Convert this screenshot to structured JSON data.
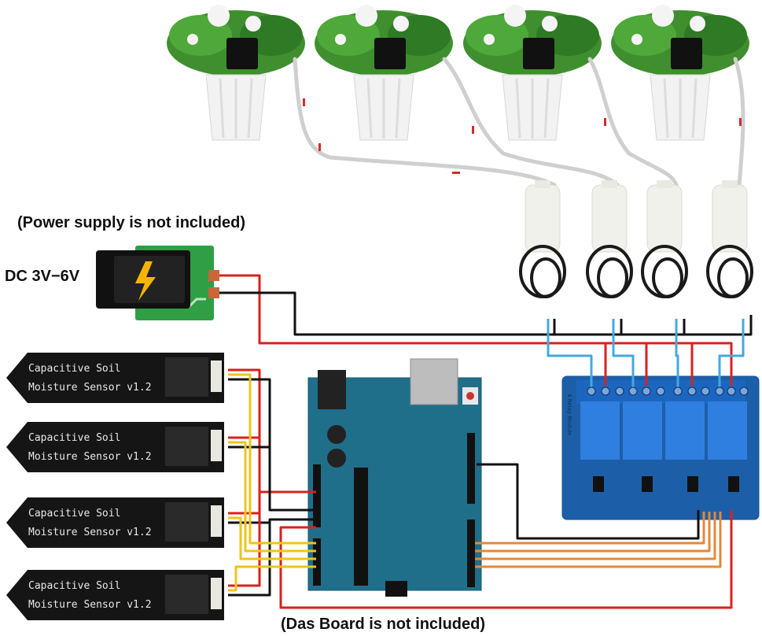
{
  "captions": {
    "power_note": "(Power supply is not included)",
    "voltage": "DC 3V−6V",
    "board_note": "(Das Board is not included)"
  },
  "sensors": [
    {
      "line1": "Capacitive Soil",
      "line2": "Moisture Sensor v1.2"
    },
    {
      "line1": "Capacitive Soil",
      "line2": "Moisture Sensor v1.2"
    },
    {
      "line1": "Capacitive Soil",
      "line2": "Moisture Sensor v1.2"
    },
    {
      "line1": "Capacitive Soil",
      "line2": "Moisture Sensor v1.2"
    }
  ],
  "relay": {
    "label": "4 Relay Module"
  },
  "colors": {
    "wire_power": "#d9211c",
    "wire_ground": "#111111",
    "wire_signal_sensor": "#f0c419",
    "wire_signal_relay": "#e08a3c",
    "wire_pump": "#45a8e0",
    "arduino_board": "#1f6f8b",
    "relay_board": "#1c5fa8",
    "sensor_board": "#1a1a1a",
    "pcb_green": "#2f9e44",
    "tube_arrow": "#d42a2a"
  },
  "icons": {
    "power": "lightning-bolt-icon",
    "plant": "potted-plant-icon",
    "pump": "water-pump-icon"
  }
}
